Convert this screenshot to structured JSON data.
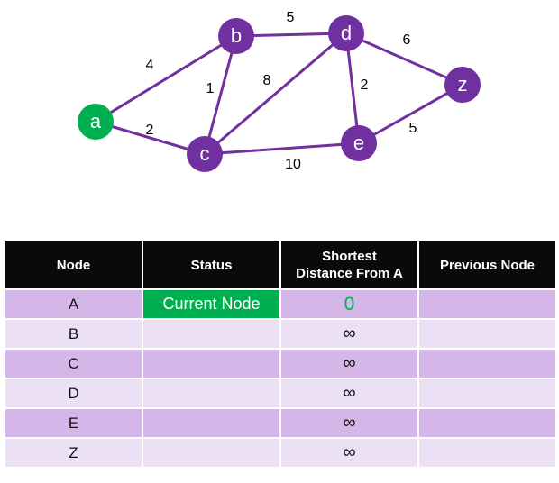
{
  "graph": {
    "colors": {
      "start_node": "#00b050",
      "node": "#7030a0",
      "edge": "#7030a0",
      "node_text": "#ffffff"
    },
    "nodes": [
      {
        "id": "a",
        "label": "a",
        "start": true
      },
      {
        "id": "b",
        "label": "b"
      },
      {
        "id": "c",
        "label": "c"
      },
      {
        "id": "d",
        "label": "d"
      },
      {
        "id": "e",
        "label": "e"
      },
      {
        "id": "z",
        "label": "z"
      }
    ],
    "edges": [
      {
        "from": "a",
        "to": "b",
        "weight": "4"
      },
      {
        "from": "a",
        "to": "c",
        "weight": "2"
      },
      {
        "from": "b",
        "to": "c",
        "weight": "1"
      },
      {
        "from": "b",
        "to": "d",
        "weight": "5"
      },
      {
        "from": "c",
        "to": "d",
        "weight": "8"
      },
      {
        "from": "c",
        "to": "e",
        "weight": "10"
      },
      {
        "from": "d",
        "to": "e",
        "weight": "2"
      },
      {
        "from": "d",
        "to": "z",
        "weight": "6"
      },
      {
        "from": "e",
        "to": "z",
        "weight": "5"
      }
    ]
  },
  "table": {
    "headers": {
      "node": "Node",
      "status": "Status",
      "distance_line1": "Shortest",
      "distance_line2": "Distance From A",
      "previous": "Previous Node"
    },
    "colors": {
      "header_bg": "#0a0a0a",
      "row_odd": "#d5b6e8",
      "row_even": "#ece0f4",
      "current": "#00b050"
    },
    "rows": [
      {
        "node": "A",
        "status": "Current Node",
        "distance": "0",
        "previous": ""
      },
      {
        "node": "B",
        "status": "",
        "distance": "∞",
        "previous": ""
      },
      {
        "node": "C",
        "status": "",
        "distance": "∞",
        "previous": ""
      },
      {
        "node": "D",
        "status": "",
        "distance": "∞",
        "previous": ""
      },
      {
        "node": "E",
        "status": "",
        "distance": "∞",
        "previous": ""
      },
      {
        "node": "Z",
        "status": "",
        "distance": "∞",
        "previous": ""
      }
    ]
  }
}
